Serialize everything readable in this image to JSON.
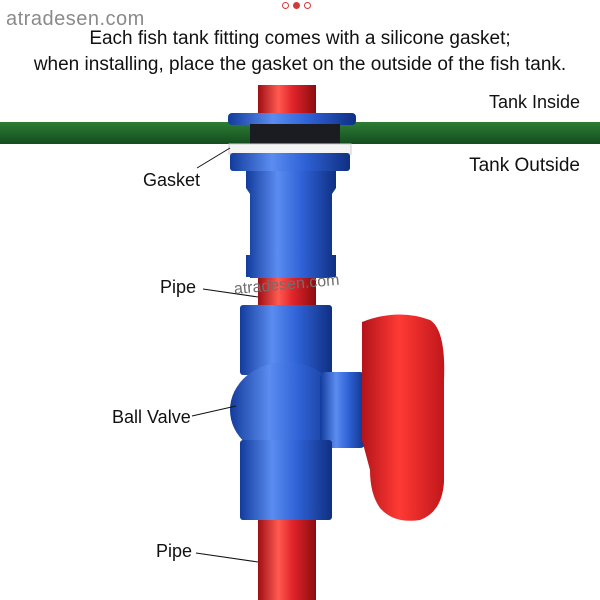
{
  "watermark": "atradesen.com",
  "pager": {
    "count": 3,
    "active_index": 1
  },
  "headline": {
    "line1": "Each fish tank fitting comes with a silicone gasket;",
    "line2": "when installing, place the gasket on the outside of the fish tank."
  },
  "tank": {
    "inside_label": "Tank Inside",
    "outside_label": "Tank Outside",
    "glass_color": "#1f6b2a"
  },
  "callouts": {
    "gasket": "Gasket",
    "pipe_upper": "Pipe",
    "ball_valve": "Ball Valve",
    "pipe_lower": "Pipe"
  },
  "colors": {
    "pipe_red": "#e0242a",
    "fitting_blue": "#2f62d6",
    "handle_red": "#e52a28",
    "gasket_white": "#f4f4f4"
  }
}
